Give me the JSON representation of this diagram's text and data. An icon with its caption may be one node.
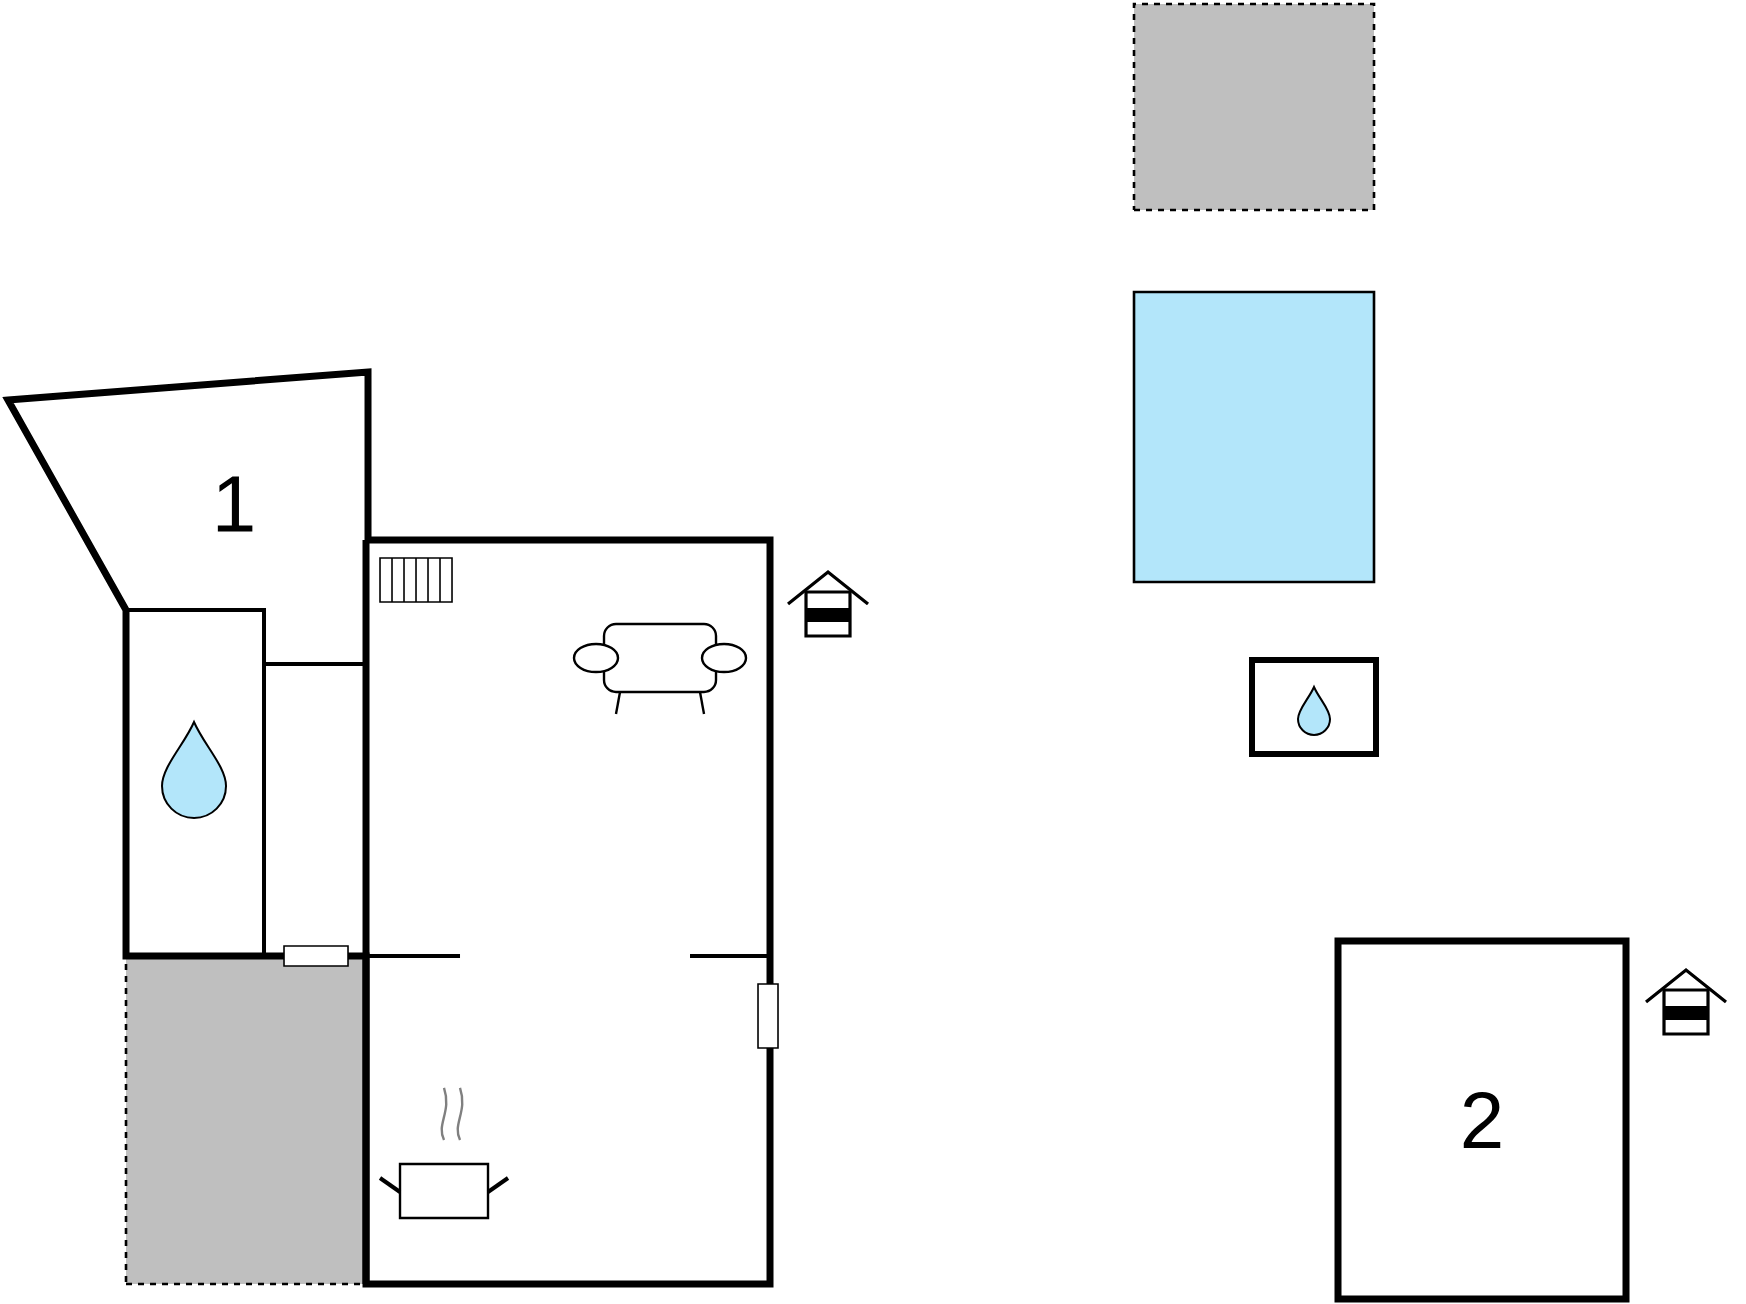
{
  "diagram": {
    "nodes": [
      {
        "text": [
          "1"
        ]
      },
      {
        "text": [
          "2"
        ]
      },
      {
        "text": [],
        "shape": "box"
      },
      {
        "text": [],
        "shape": "box"
      },
      {
        "text": [],
        "shape": "box"
      },
      {
        "text": [],
        "shape": "box"
      }
    ]
  }
}
